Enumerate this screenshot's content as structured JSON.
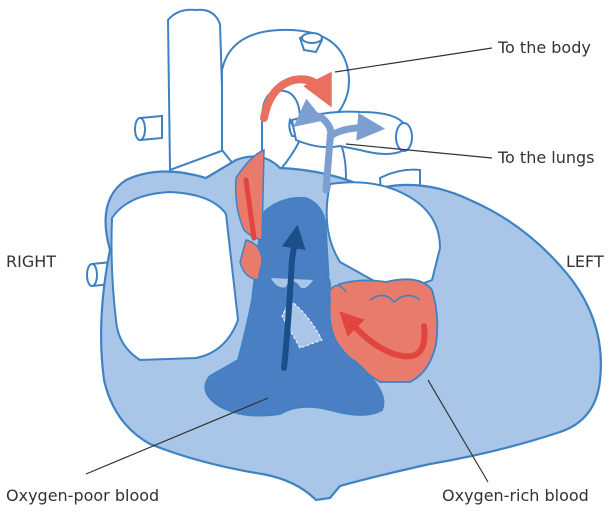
{
  "labels": {
    "to_body": "To the body",
    "to_lungs": "To the lungs",
    "right": "RIGHT",
    "left": "LEFT",
    "oxygen_poor": "Oxygen-poor blood",
    "oxygen_rich": "Oxygen-rich blood"
  },
  "colors": {
    "outline": "#3f82c4",
    "heart_fill_light": "#a9c5e8",
    "heart_fill_mid": "#7fa8dc",
    "poor_blood": "#4b7fc4",
    "rich_blood": "#e87b6b",
    "arrow_rich": "#e2443f",
    "arrow_poor": "#1c4f8a",
    "arrow_lungs": "#7d9fd0"
  },
  "icons": [
    "heart-cross-section",
    "flow-arrow-to-body",
    "flow-arrow-to-lungs",
    "flow-arrow-right-ventricle",
    "flow-arrow-left-ventricle"
  ]
}
